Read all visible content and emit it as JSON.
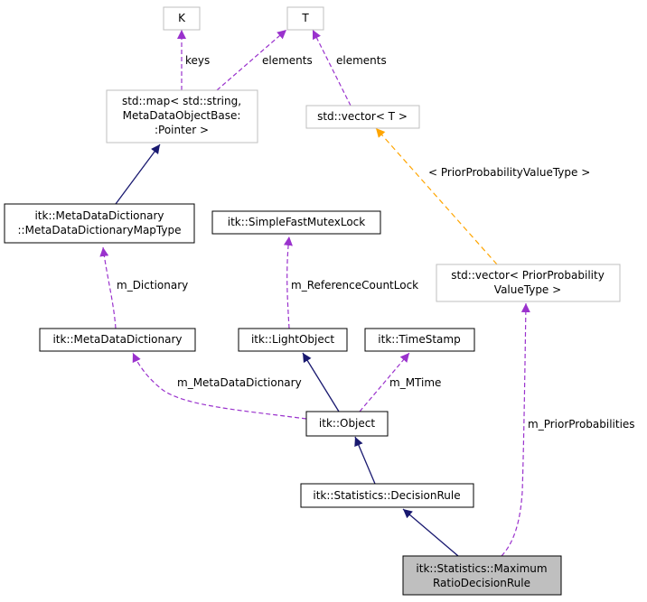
{
  "colors": {
    "inheritance": "#191970",
    "usage": "#9a32cd",
    "template": "#ffa500",
    "node_border": "#000000",
    "template_node_border": "#bfbfbf",
    "highlight_fill": "#bfbfbf"
  },
  "nodes": [
    {
      "id": "K",
      "lines": [
        "K"
      ],
      "kind": "template"
    },
    {
      "id": "T",
      "lines": [
        "T"
      ],
      "kind": "template"
    },
    {
      "id": "map",
      "lines": [
        "std::map< std::string,",
        "MetaDataObjectBase:",
        ":Pointer >"
      ],
      "kind": "template"
    },
    {
      "id": "vecT",
      "lines": [
        "std::vector< T >"
      ],
      "kind": "template"
    },
    {
      "id": "mapType",
      "lines": [
        "itk::MetaDataDictionary",
        "::MetaDataDictionaryMapType"
      ],
      "kind": "class"
    },
    {
      "id": "mutex",
      "lines": [
        "itk::SimpleFastMutexLock"
      ],
      "kind": "class"
    },
    {
      "id": "vecPP",
      "lines": [
        "std::vector< PriorProbability",
        "ValueType >"
      ],
      "kind": "template"
    },
    {
      "id": "mdd",
      "lines": [
        "itk::MetaDataDictionary"
      ],
      "kind": "class"
    },
    {
      "id": "lightObject",
      "lines": [
        "itk::LightObject"
      ],
      "kind": "class"
    },
    {
      "id": "timeStamp",
      "lines": [
        "itk::TimeStamp"
      ],
      "kind": "class"
    },
    {
      "id": "object",
      "lines": [
        "itk::Object"
      ],
      "kind": "class"
    },
    {
      "id": "decisionRule",
      "lines": [
        "itk::Statistics::DecisionRule"
      ],
      "kind": "class"
    },
    {
      "id": "maxRatio",
      "lines": [
        "itk::Statistics::Maximum",
        "RatioDecisionRule"
      ],
      "kind": "focus"
    }
  ],
  "edges": [
    {
      "id": "keys",
      "type": "usage",
      "label": "keys"
    },
    {
      "id": "elements-map",
      "type": "usage",
      "label": "elements"
    },
    {
      "id": "elements-vec",
      "type": "usage",
      "label": "elements"
    },
    {
      "id": "map-inherit",
      "type": "inheritance",
      "label": ""
    },
    {
      "id": "template-arg",
      "type": "template",
      "label": "< PriorProbabilityValueType >"
    },
    {
      "id": "dictionary",
      "type": "usage",
      "label": "m_Dictionary"
    },
    {
      "id": "refcount",
      "type": "usage",
      "label": "m_ReferenceCountLock"
    },
    {
      "id": "metadatadict",
      "type": "usage",
      "label": "m_MetaDataDictionary"
    },
    {
      "id": "lightobj-inherit",
      "type": "inheritance",
      "label": ""
    },
    {
      "id": "mtime",
      "type": "usage",
      "label": "m_MTime"
    },
    {
      "id": "object-inherit",
      "type": "inheritance",
      "label": ""
    },
    {
      "id": "decision-inherit",
      "type": "inheritance",
      "label": ""
    },
    {
      "id": "priorprob",
      "type": "usage",
      "label": "m_PriorProbabilities"
    }
  ]
}
